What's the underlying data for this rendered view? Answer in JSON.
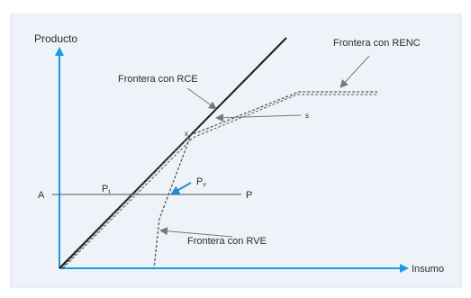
{
  "diagram": {
    "y_axis_label": "Producto",
    "x_axis_label": "Insumo",
    "labels": {
      "renc": "Frontera con RENC",
      "rce": "Frontera con RCE",
      "rve": "Frontera con RVE",
      "point_a": "A",
      "point_p": "P",
      "point_s": "s",
      "point_x": "x",
      "pt_main": "P",
      "pt_sub": "t",
      "pv_main": "P",
      "pv_sub": "v"
    },
    "colors": {
      "panel": "#eef3f9",
      "panel_border": "#d9e3ee",
      "axis": "#1a9be0",
      "frontier": "#1a1a1a",
      "dashed": "#555555",
      "arrow": "#777777",
      "pv_arrow": "#1a8fd8"
    }
  }
}
